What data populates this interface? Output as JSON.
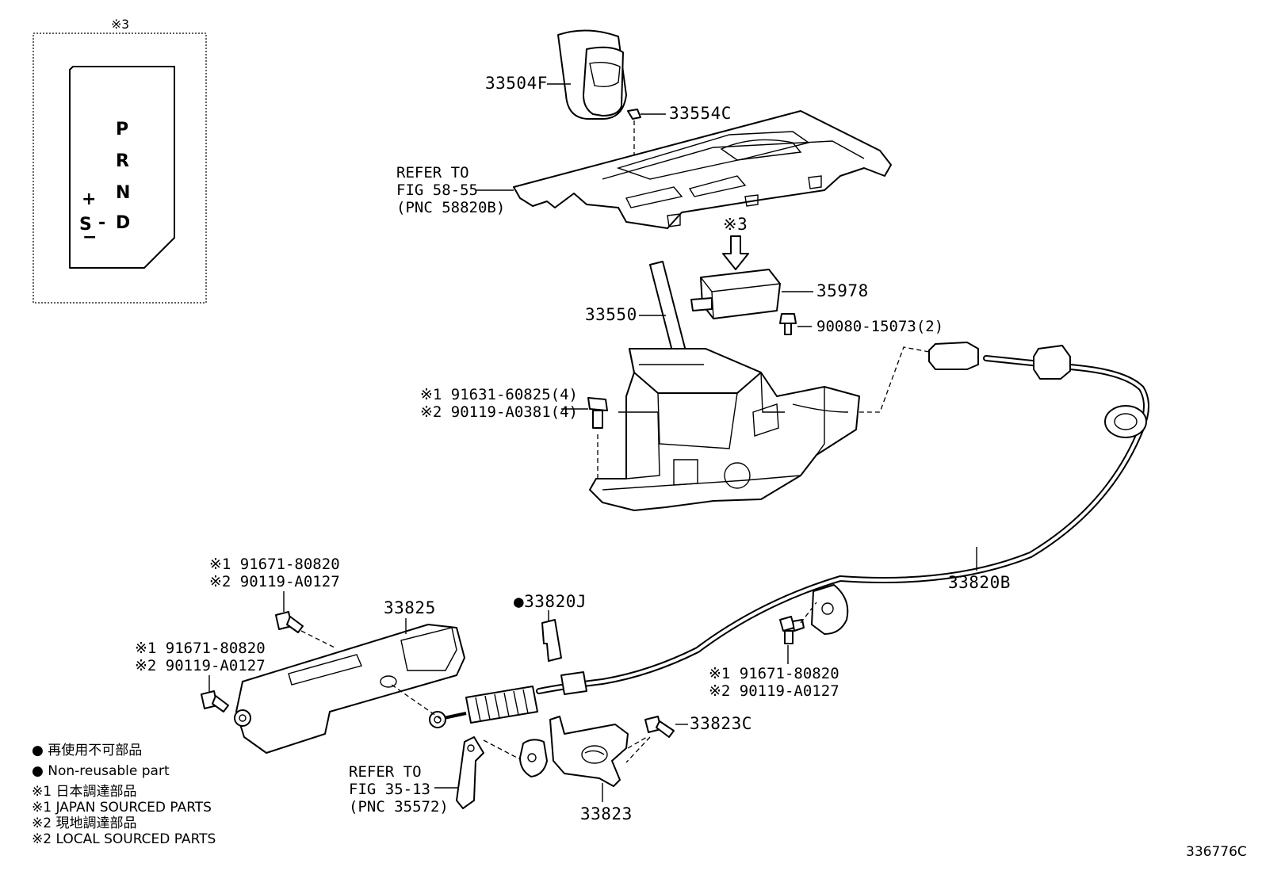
{
  "diagram_id": "336776C",
  "inset": {
    "marker": "※3",
    "gate_letters": [
      "P",
      "R",
      "N",
      "D",
      "S",
      "-",
      "+",
      "−"
    ]
  },
  "parts": {
    "p33504F": "33504F",
    "p33554C": "33554C",
    "p35978": "35978",
    "p33550": "33550",
    "p90080": "90080-15073(2)",
    "p33820B": "33820B",
    "p33825": "33825",
    "p33820J": "●33820J",
    "p33823C": "33823C",
    "p33823": "33823",
    "marker3": "※3"
  },
  "refs": {
    "ref1": {
      "l1": "REFER TO",
      "l2": "FIG 58-55",
      "l3": "(PNC 58820B)"
    },
    "ref2": {
      "l1": "REFER TO",
      "l2": "FIG 35-13",
      "l3": "(PNC 35572)"
    }
  },
  "bolt_groups": {
    "g1": {
      "a": "※1 91631-60825(4)",
      "b": "※2 90119-A0381(4)"
    },
    "g2": {
      "a": "※1 91671-80820",
      "b": "※2 90119-A0127"
    },
    "g3": {
      "a": "※1 91671-80820",
      "b": "※2 90119-A0127"
    },
    "g4": {
      "a": "※1 91671-80820",
      "b": "※2 90119-A0127"
    }
  },
  "legend": {
    "jp_nonreuse": "● 再使用不可部品",
    "en_nonreuse": "● Non-reusable part",
    "jp1": "※1 日本調達部品",
    "en1": "※1 JAPAN SOURCED PARTS",
    "jp2": "※2 現地調達部品",
    "en2": "※2 LOCAL SOURCED PARTS"
  }
}
